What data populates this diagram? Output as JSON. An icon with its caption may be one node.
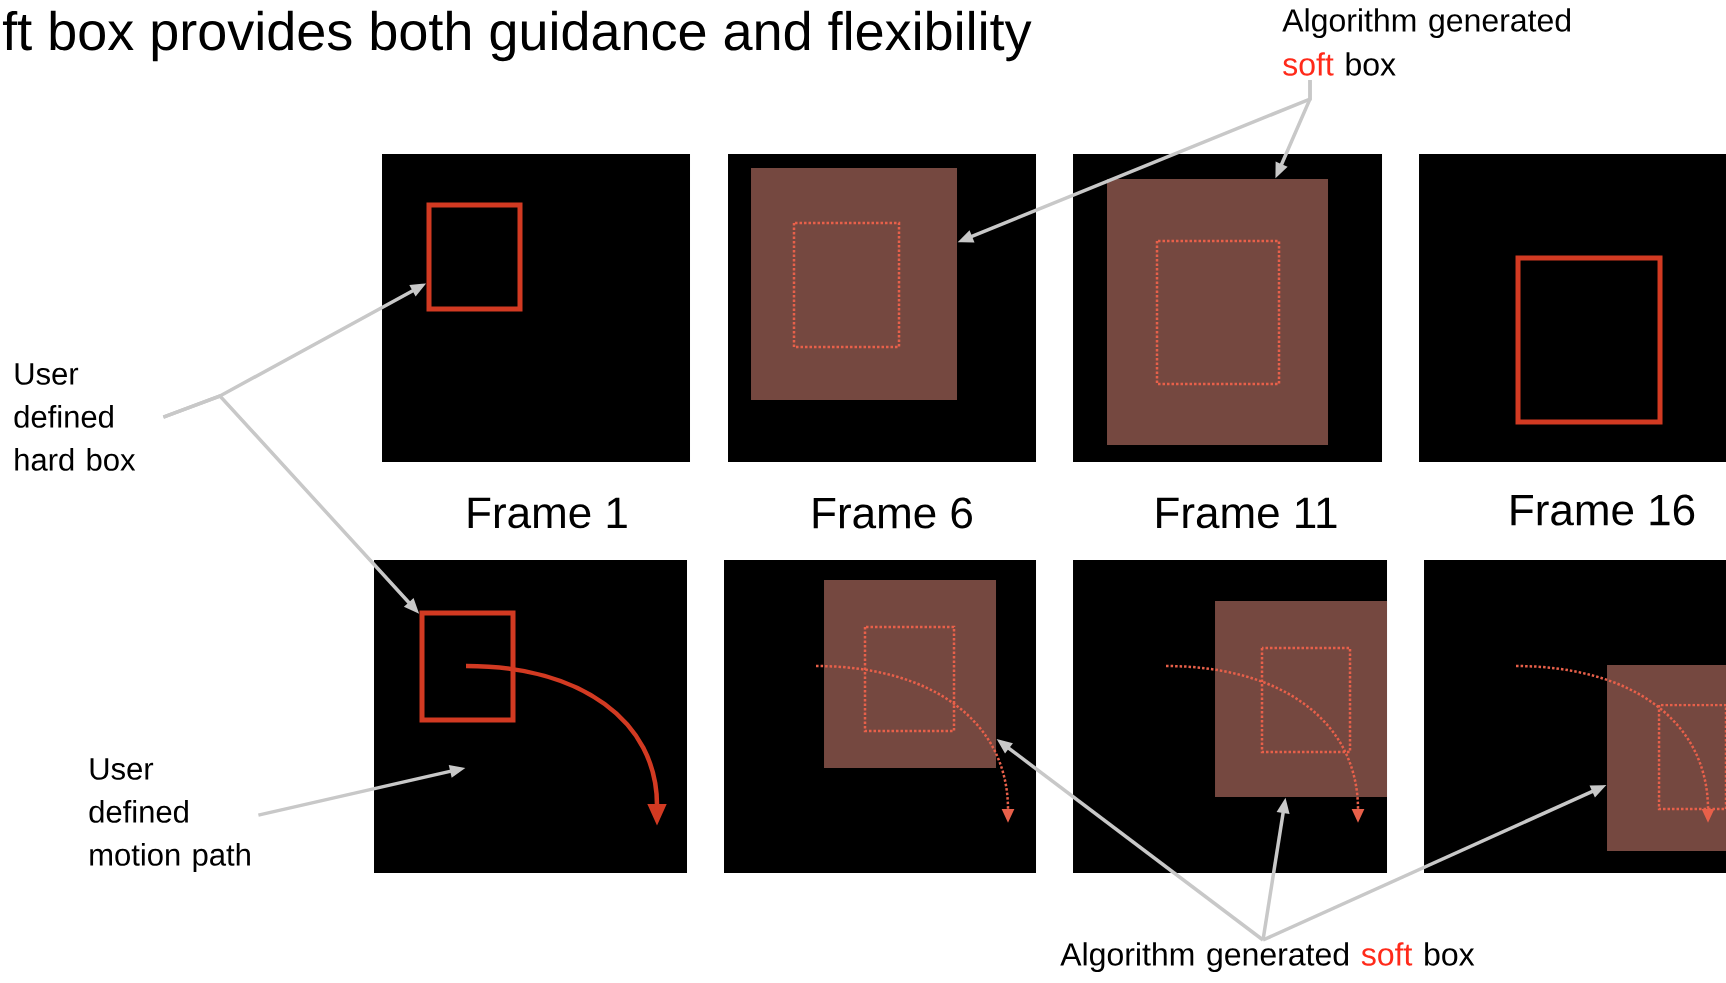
{
  "diagram": {
    "title": "ft box provides both guidance and flexibility",
    "nodes": [
      {
        "text": [
          "Algorithm generated",
          "soft",
          "box"
        ]
      },
      {
        "text": [
          "User defined hard box"
        ]
      },
      {
        "text": [],
        "shape": "box"
      },
      {
        "text": [],
        "shape": "box"
      },
      {
        "text": [],
        "shape": "box"
      },
      {
        "text": [],
        "shape": "box"
      },
      {
        "text": [
          "User defined motion path"
        ]
      },
      {
        "text": [],
        "shape": "box"
      },
      {
        "text": [],
        "shape": "curve"
      },
      {
        "text": [],
        "shape": "box"
      },
      {
        "text": [],
        "shape": "box"
      },
      {
        "text": [],
        "shape": "box"
      },
      {
        "text": [
          "Algorithm generated",
          "soft",
          "box"
        ]
      }
    ],
    "edges": [
      {
        "from": 0,
        "to": 3,
        "arrow": "to"
      },
      {
        "from": 0,
        "to": 4,
        "arrow": "to"
      },
      {
        "from": 1,
        "to": 2,
        "arrow": "to"
      },
      {
        "from": 1,
        "to": 7,
        "arrow": "to"
      },
      {
        "from": 6,
        "to": 8,
        "arrow": "to"
      },
      {
        "from": 12,
        "to": 9,
        "arrow": "to"
      },
      {
        "from": 12,
        "to": 10,
        "arrow": "to"
      },
      {
        "from": 12,
        "to": 11,
        "arrow": "to"
      }
    ],
    "labels": [
      "Frame 1",
      "Frame 6",
      "Frame 11",
      "Frame 16"
    ]
  }
}
